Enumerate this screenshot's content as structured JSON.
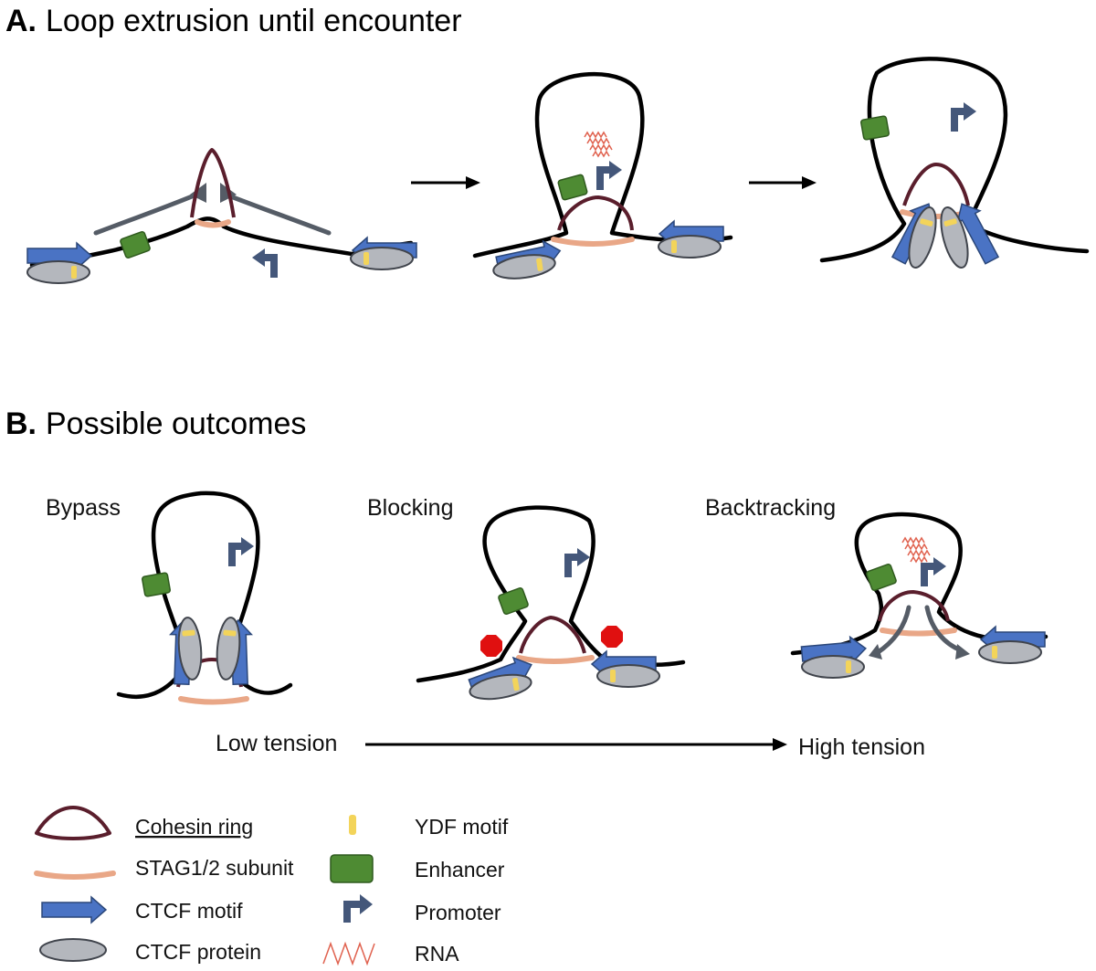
{
  "panel_a": {
    "letter": "A.",
    "title": "Loop extrusion until encounter"
  },
  "panel_b": {
    "letter": "B.",
    "title": "Possible outcomes",
    "outcomes": [
      "Bypass",
      "Blocking",
      "Backtracking"
    ],
    "tension_low": "Low tension",
    "tension_high": "High tension"
  },
  "legend": [
    {
      "label": "Cohesin ring",
      "icon": "cohesin-ring-icon"
    },
    {
      "label": "STAG1/2 subunit",
      "icon": "stag-subunit-icon"
    },
    {
      "label": "CTCF motif",
      "icon": "ctcf-motif-icon"
    },
    {
      "label": "CTCF protein",
      "icon": "ctcf-protein-icon"
    },
    {
      "label": "YDF motif",
      "icon": "ydf-motif-icon"
    },
    {
      "label": "Enhancer",
      "icon": "enhancer-icon"
    },
    {
      "label": "Promoter",
      "icon": "promoter-icon"
    },
    {
      "label": "RNA",
      "icon": "rna-icon"
    }
  ],
  "colors": {
    "dna": "#000000",
    "cohesin_ring": "#5a1e2c",
    "stag": "#e9a787",
    "ctcf_motif": "#4a73c4",
    "ctcf_protein": "#b4b7bd",
    "ydf": "#f3d45a",
    "enhancer": "#4e8b33",
    "promoter": "#44577a",
    "rna": "#e0624f",
    "stop": "#e01010"
  }
}
